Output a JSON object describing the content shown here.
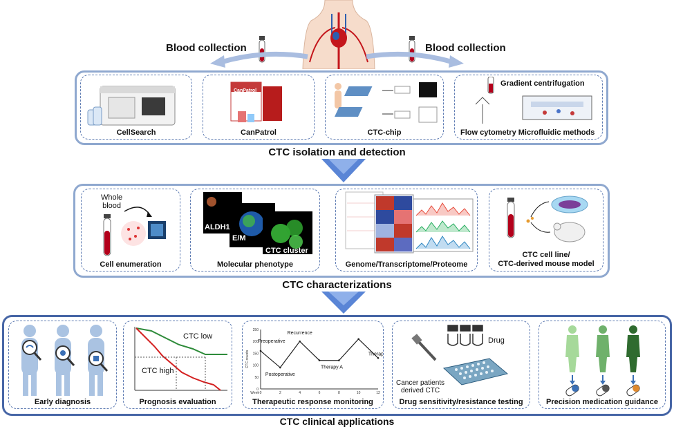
{
  "top": {
    "blood_left": "Blood collection",
    "blood_right": "Blood collection"
  },
  "section1": {
    "title": "CTC isolation and detection",
    "panels": {
      "cellsearch": "CellSearch",
      "canpatrol": "CanPatrol",
      "canpatrol_brand": "CanPatrol",
      "ctcchip": "CTC-chip",
      "gradient": "Gradient centrifugation",
      "flow": "Flow cytometry",
      "microfluidic": "Microfluidic methods"
    }
  },
  "section2": {
    "title": "CTC characterizations",
    "whole_blood": "Whole\nblood",
    "enumeration": "Cell enumeration",
    "aldh1": "ALDH1",
    "em": "E/M",
    "cluster": "CTC cluster",
    "molecular": "Molecular phenotype",
    "genome": "Genome/Transcriptome/Proteome",
    "cellline_1": "CTC cell line/",
    "cellline_2": "CTC-derived mouse model"
  },
  "section3": {
    "title": "CTC clinical applications",
    "early": "Early diagnosis",
    "prognosis": "Prognosis evaluation",
    "ctc_low": "CTC low",
    "ctc_high": "CTC high",
    "therapeutic": "Therapeutic response monitoring",
    "preoperative": "Preoperative",
    "postoperative": "Postoperative",
    "recurrence": "Recurrence",
    "therapy_a": "Therapy A",
    "therapy_b": "Therapy B",
    "drug": "Drug",
    "cancer_patients_1": "Cancer patients",
    "cancer_patients_2": "derived CTC",
    "drug_testing": "Drug sensitivity/resistance testing",
    "precision": "Precision medication guidance"
  },
  "colors": {
    "accent_blue": "#4a74c9",
    "section_border": "#8fa8cf",
    "blood_red": "#b3001b",
    "green_curve": "#2e8b3a",
    "red_curve": "#d42020"
  },
  "chart_data": {
    "type": "line",
    "title": "",
    "xlabel": "Week",
    "ylabel": "CTC counts",
    "x": [
      0,
      2,
      4,
      6,
      8,
      10,
      12
    ],
    "series": [
      {
        "values": [
          160,
          90,
          200,
          120,
          120,
          210,
          130
        ]
      }
    ],
    "annotations": [
      "Preoperative",
      "Postoperative",
      "Recurrence",
      "Therapy A",
      "Therapy B"
    ],
    "ylim": [
      0,
      250
    ],
    "yticks": [
      0,
      50,
      100,
      150,
      200,
      250
    ],
    "xticks": [
      0,
      2,
      4,
      6,
      8,
      10,
      12
    ],
    "grid": false
  }
}
